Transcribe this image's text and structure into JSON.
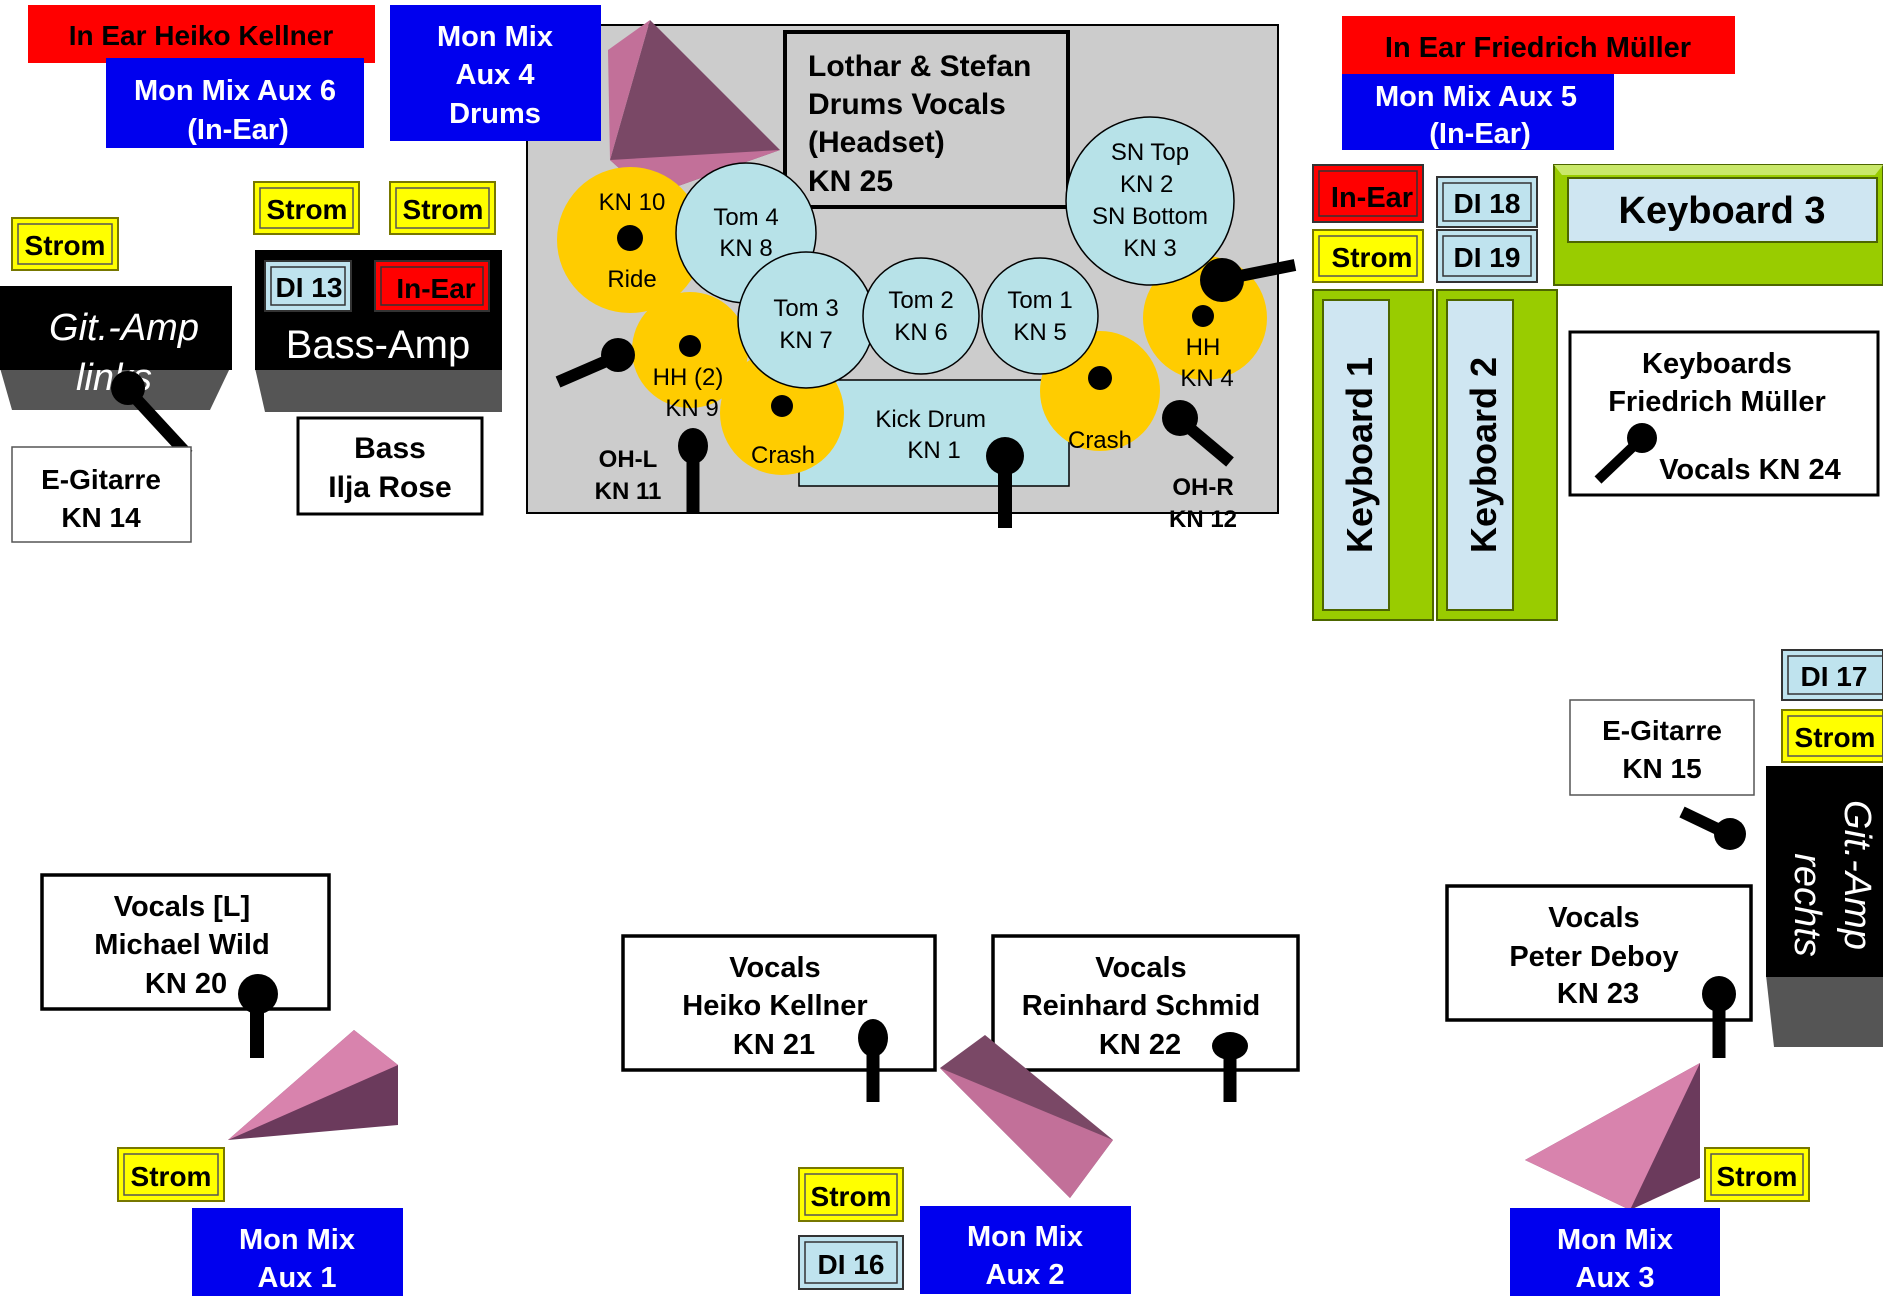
{
  "labels": {
    "in_ear_heiko": "In Ear Heiko Kellner",
    "mon_aux6": [
      "Mon Mix Aux 6",
      "(In-Ear)"
    ],
    "mon_aux4": [
      "Mon Mix",
      "Aux 4",
      "Drums"
    ],
    "drummers": [
      "Lothar & Stefan",
      "Drums Vocals",
      "(Headset)",
      "KN 25"
    ],
    "in_ear_friedrich": "In Ear Friedrich Müller",
    "mon_aux5": [
      "Mon Mix Aux 5",
      "(In-Ear)"
    ],
    "strom": "Strom",
    "in_ear": "In-Ear",
    "di13": "DI 13",
    "di16": "DI 16",
    "di17": "DI 17",
    "di18": "DI 18",
    "di19": "DI 19",
    "amp_left": [
      "Git.-Amp",
      "links"
    ],
    "bass_amp": "Bass-Amp",
    "amp_right": [
      "Git.-Amp",
      "rechts"
    ],
    "egit_left": [
      "E-Gitarre",
      "KN 14"
    ],
    "bass": [
      "Bass",
      "Ilja Rose"
    ],
    "kn10": "KN 10",
    "ride": "Ride",
    "tom4": [
      "Tom 4",
      "KN 8"
    ],
    "tom3": [
      "Tom 3",
      "KN 7"
    ],
    "tom2": [
      "Tom 2",
      "KN 6"
    ],
    "tom1": [
      "Tom 1",
      "KN 5"
    ],
    "snare": [
      "SN Top",
      "KN 2",
      "SN Bottom",
      "KN 3"
    ],
    "hh2": [
      "HH (2)",
      "KN 9"
    ],
    "hh4": [
      "HH",
      "KN 4"
    ],
    "crash": "Crash",
    "kick": [
      "Kick Drum",
      "KN 1"
    ],
    "ohl": [
      "OH-L",
      "KN 11"
    ],
    "ohr": [
      "OH-R",
      "KN 12"
    ],
    "keyboard1": "Keyboard 1",
    "keyboard2": "Keyboard 2",
    "keyboard3": "Keyboard 3",
    "keyboards_friedrich": [
      "Keyboards",
      "Friedrich Müller",
      "Vocals KN 24"
    ],
    "egit_right": [
      "E-Gitarre",
      "KN 15"
    ],
    "vocals_michael": [
      "Vocals [L]",
      "Michael Wild",
      "KN 20"
    ],
    "vocals_heiko": [
      "Vocals",
      "Heiko Kellner",
      "KN 21"
    ],
    "vocals_reinhard": [
      "Vocals",
      "Reinhard Schmid",
      "KN 22"
    ],
    "vocals_peter": [
      "Vocals",
      "Peter Deboy",
      "KN 23"
    ],
    "mon_aux1": [
      "Mon Mix",
      "Aux 1"
    ],
    "mon_aux2": [
      "Mon Mix",
      "Aux 2"
    ],
    "mon_aux3": [
      "Mon Mix",
      "Aux 3"
    ]
  },
  "colors": {
    "monitor_blue": "#0000ee",
    "in_ear_red": "#ff0000",
    "strom_yellow": "#ffff00",
    "di_blue": "#bfe3ee",
    "drum_blue": "#b7e2e8",
    "cymbal_yellow": "#ffcc00",
    "riser_gray": "#cccccc",
    "keyboard_green": "#99cc00",
    "wedge_pink": "#d883ad"
  }
}
